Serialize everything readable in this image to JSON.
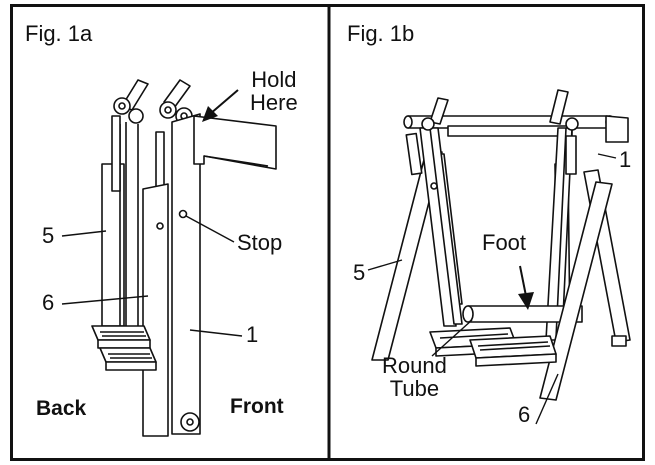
{
  "panels": [
    {
      "id": "fig-1a",
      "title": "Fig. 1a",
      "labels": {
        "hold_here": "Hold\nHere",
        "stop": "Stop",
        "part_5": "5",
        "part_6": "6",
        "part_1": "1",
        "back": "Back",
        "front": "Front"
      }
    },
    {
      "id": "fig-1b",
      "title": "Fig. 1b",
      "labels": {
        "part_1": "1",
        "part_5": "5",
        "part_6": "6",
        "foot": "Foot",
        "round_tube": "Round\nTube"
      }
    }
  ]
}
